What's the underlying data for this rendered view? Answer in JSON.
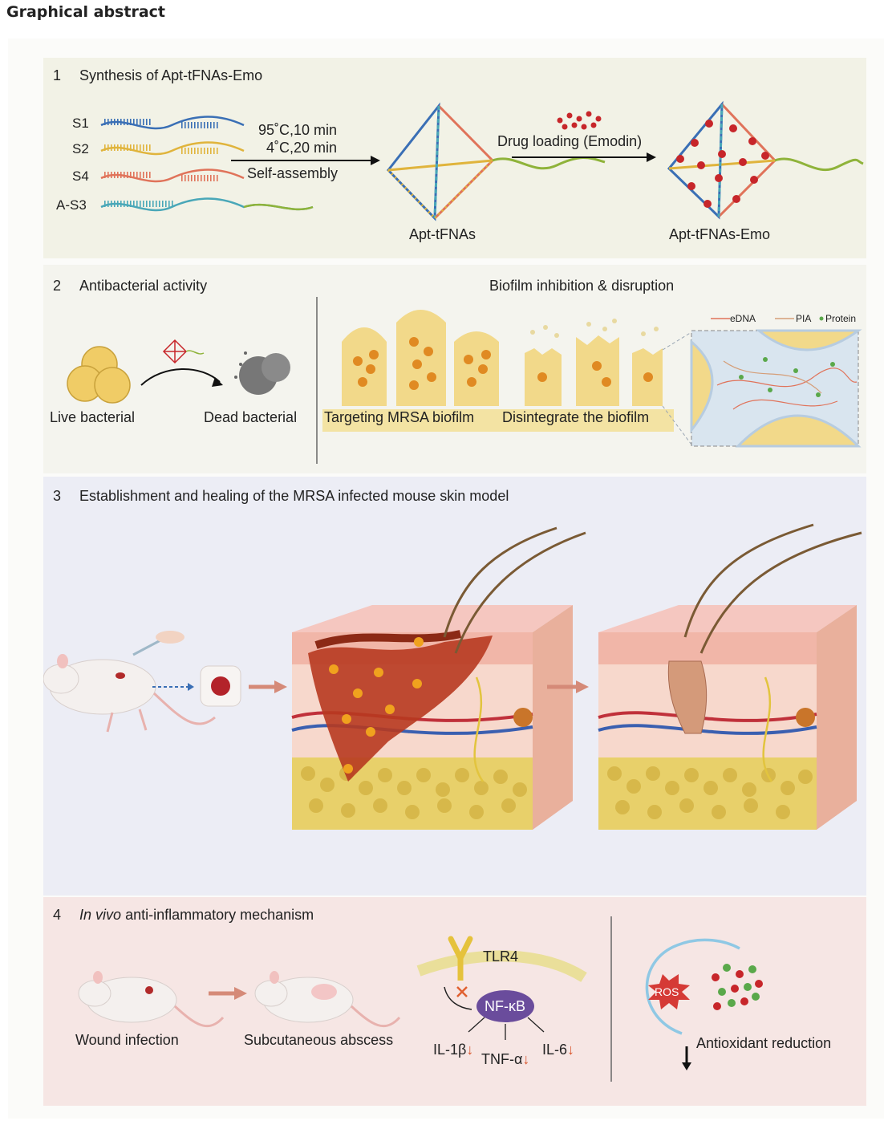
{
  "heading": "Graphical abstract",
  "panel1": {
    "number": "1",
    "title": "Synthesis of Apt-tFNAs-Emo",
    "strands": [
      "S1",
      "S2",
      "S4",
      "A-S3"
    ],
    "condition_1": "95˚C,10 min",
    "condition_2": "4˚C,20 min",
    "self_assembly": "Self-assembly",
    "product_1": "Apt-tFNAs",
    "drug_loading": "Drug loading (Emodin)",
    "product_2": "Apt-tFNAs-Emo"
  },
  "panel2": {
    "number": "2",
    "title": "Antibacterial activity",
    "subtitle": "Biofilm inhibition & disruption",
    "live": "Live bacterial",
    "dead": "Dead bacterial",
    "targeting": "Targeting MRSA biofilm",
    "disintegrate": "Disintegrate the biofilm",
    "legend": [
      "eDNA",
      "PIA",
      "Protein"
    ]
  },
  "panel3": {
    "number": "3",
    "title": "Establishment and healing of the MRSA infected mouse skin model"
  },
  "panel4": {
    "number": "4",
    "title_italic": "In vivo",
    "title_rest": " anti-inflammatory mechanism",
    "wound": "Wound infection",
    "abscess": "Subcutaneous abscess",
    "receptor": "TLR4",
    "nfkb": "NF-κB",
    "cytokines": [
      "IL-1β",
      "TNF-α",
      "IL-6"
    ],
    "ros": "ROS",
    "antioxidant": "Antioxidant reduction"
  },
  "colors": {
    "panel1_bg": "#f2f2e6",
    "panel3_bg": "#ecedf5",
    "panel4_bg": "#f6e6e4",
    "strand_blue": "#3a6fb5",
    "strand_yellow": "#e0b43c",
    "strand_red": "#e0735a",
    "strand_teal": "#49a7b8",
    "strand_green": "#8fb33a",
    "emodin_red": "#c7262a",
    "nfkb_purple": "#6a4c9c"
  }
}
